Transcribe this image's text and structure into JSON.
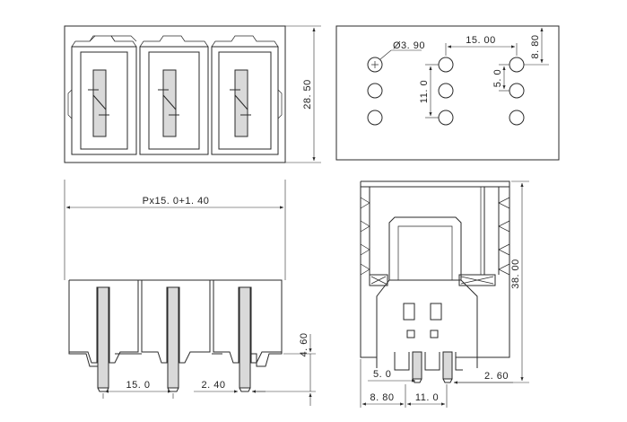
{
  "drawing": {
    "top_left_view": {
      "height_dim": "28. 50"
    },
    "top_right_view": {
      "hole_dia": "Ø3. 90",
      "pitch": "15. 00",
      "offset_top": "8. 80",
      "row_pitch_left": "11. 0",
      "row_pitch_right": "5. 0"
    },
    "bottom_left_view": {
      "width_dim": "Px15. 0+1. 40",
      "pin_pitch": "15. 0",
      "pin_width": "2. 40",
      "pin_length": "4. 60"
    },
    "bottom_right_view": {
      "total_height": "38. 00",
      "pin_spacing_left": "5. 0",
      "pin_width": "2. 60",
      "offset_bottom": "8. 80",
      "pin_spacing_bottom": "11. 0"
    }
  },
  "colors": {
    "line": "#2a2a2a",
    "fill": "#d9d9d9",
    "background": "#ffffff"
  }
}
